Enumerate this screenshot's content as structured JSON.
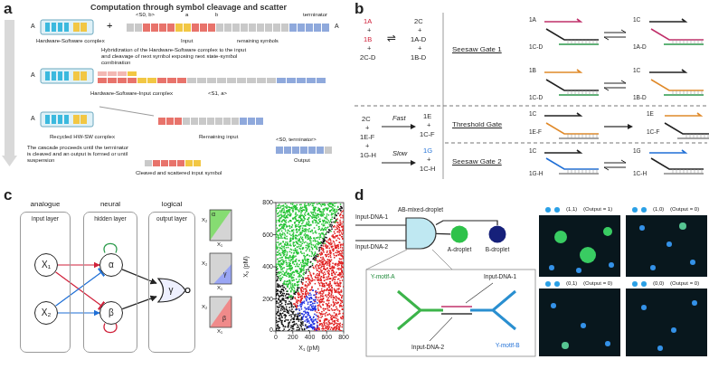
{
  "diagram": {
    "nodes": [
      {
        "text": [
          "analogue",
          "input layer"
        ]
      },
      {
        "text": [
          "X₁"
        ],
        "in": 0
      },
      {
        "text": [
          "X₂"
        ],
        "in": 0
      },
      {
        "text": [
          "neural",
          "hidden layer"
        ]
      },
      {
        "text": [
          "α"
        ],
        "in": 3
      },
      {
        "text": [
          "β"
        ],
        "in": 3
      },
      {
        "text": [
          "logical",
          "output layer"
        ]
      },
      {
        "text": [
          "γ"
        ],
        "in": 6
      },
      {
        "text": [
          "AB-mixed-droplet"
        ]
      },
      {
        "text": [
          "A-droplet"
        ]
      },
      {
        "text": [
          "B-droplet"
        ]
      }
    ],
    "edges": [
      {
        "from": 1,
        "to": 4,
        "arrow": "to"
      },
      {
        "from": 1,
        "to": 5,
        "arrow": "none"
      },
      {
        "from": 2,
        "to": 4,
        "arrow": "none"
      },
      {
        "from": 2,
        "to": 5,
        "arrow": "to"
      },
      {
        "from": 4,
        "to": 7,
        "arrow": "to"
      },
      {
        "from": 5,
        "to": 7,
        "arrow": "to"
      },
      {
        "from": 8,
        "to": 9,
        "arrow": "none"
      },
      {
        "from": 8,
        "to": 10,
        "arrow": "none"
      }
    ],
    "labels": [
      "a",
      "Computation through symbol cleavage and scatter",
      "A",
      "<S0, b>",
      "a",
      "b",
      "terminator",
      "A",
      "+",
      "Hardware-Software complex",
      "Input",
      "remaining symbols",
      "Hybridization of the Hardware-Software complex to the input and cleavage of next symbol exposing next state-symbol combination",
      "A",
      "Hardware-Software-Input complex",
      "<S1, a>",
      "A",
      "Recycled HW-SW complex",
      "Remaining input",
      "<S0, terminator>",
      "Output",
      "The cascade proceeds until the terminator is cleaved and an output is formed or until suspension",
      "Cleaved and scattered input symbol",
      "b",
      "1A",
      "+",
      "1B",
      "+",
      "2C-D",
      "⇌",
      "2C",
      "+",
      "1A-D",
      "+",
      "1B-D",
      "Seesaw Gate 1",
      "1A",
      "1C-D",
      "1C",
      "1A-D",
      "1B",
      "1C-D",
      "1C",
      "1B-D",
      "2C",
      "+",
      "1E-F",
      "+",
      "1G-H",
      "Fast",
      "1E",
      "+",
      "1C-F",
      "Slow",
      "1G",
      "+",
      "1C-H",
      "Threshold Gate",
      "Seesaw Gate 2",
      "1C",
      "1E-F",
      "1E",
      "1C-F",
      "1C",
      "1G-H",
      "1G",
      "1C-H",
      "c",
      "α",
      "X₂",
      "X₁",
      "γ",
      "X₂",
      "X₁",
      "β",
      "X₂",
      "X₁",
      "X₂ (pM)",
      "800",
      "600",
      "400",
      "200",
      "0",
      "0",
      "200",
      "400",
      "600",
      "800",
      "X₁ (pM)",
      "d",
      "Input-DNA-1",
      "Input-DNA-2",
      "Y-motif-A",
      "Input-DNA-1",
      "Input-DNA-2",
      "Y-motif-B",
      "(1,1)",
      "(Output = 1)",
      "(1,0)",
      "(Output = 0)",
      "(0,1)",
      "(Output = 0)",
      "(0,0)",
      "(Output = 0)"
    ]
  }
}
